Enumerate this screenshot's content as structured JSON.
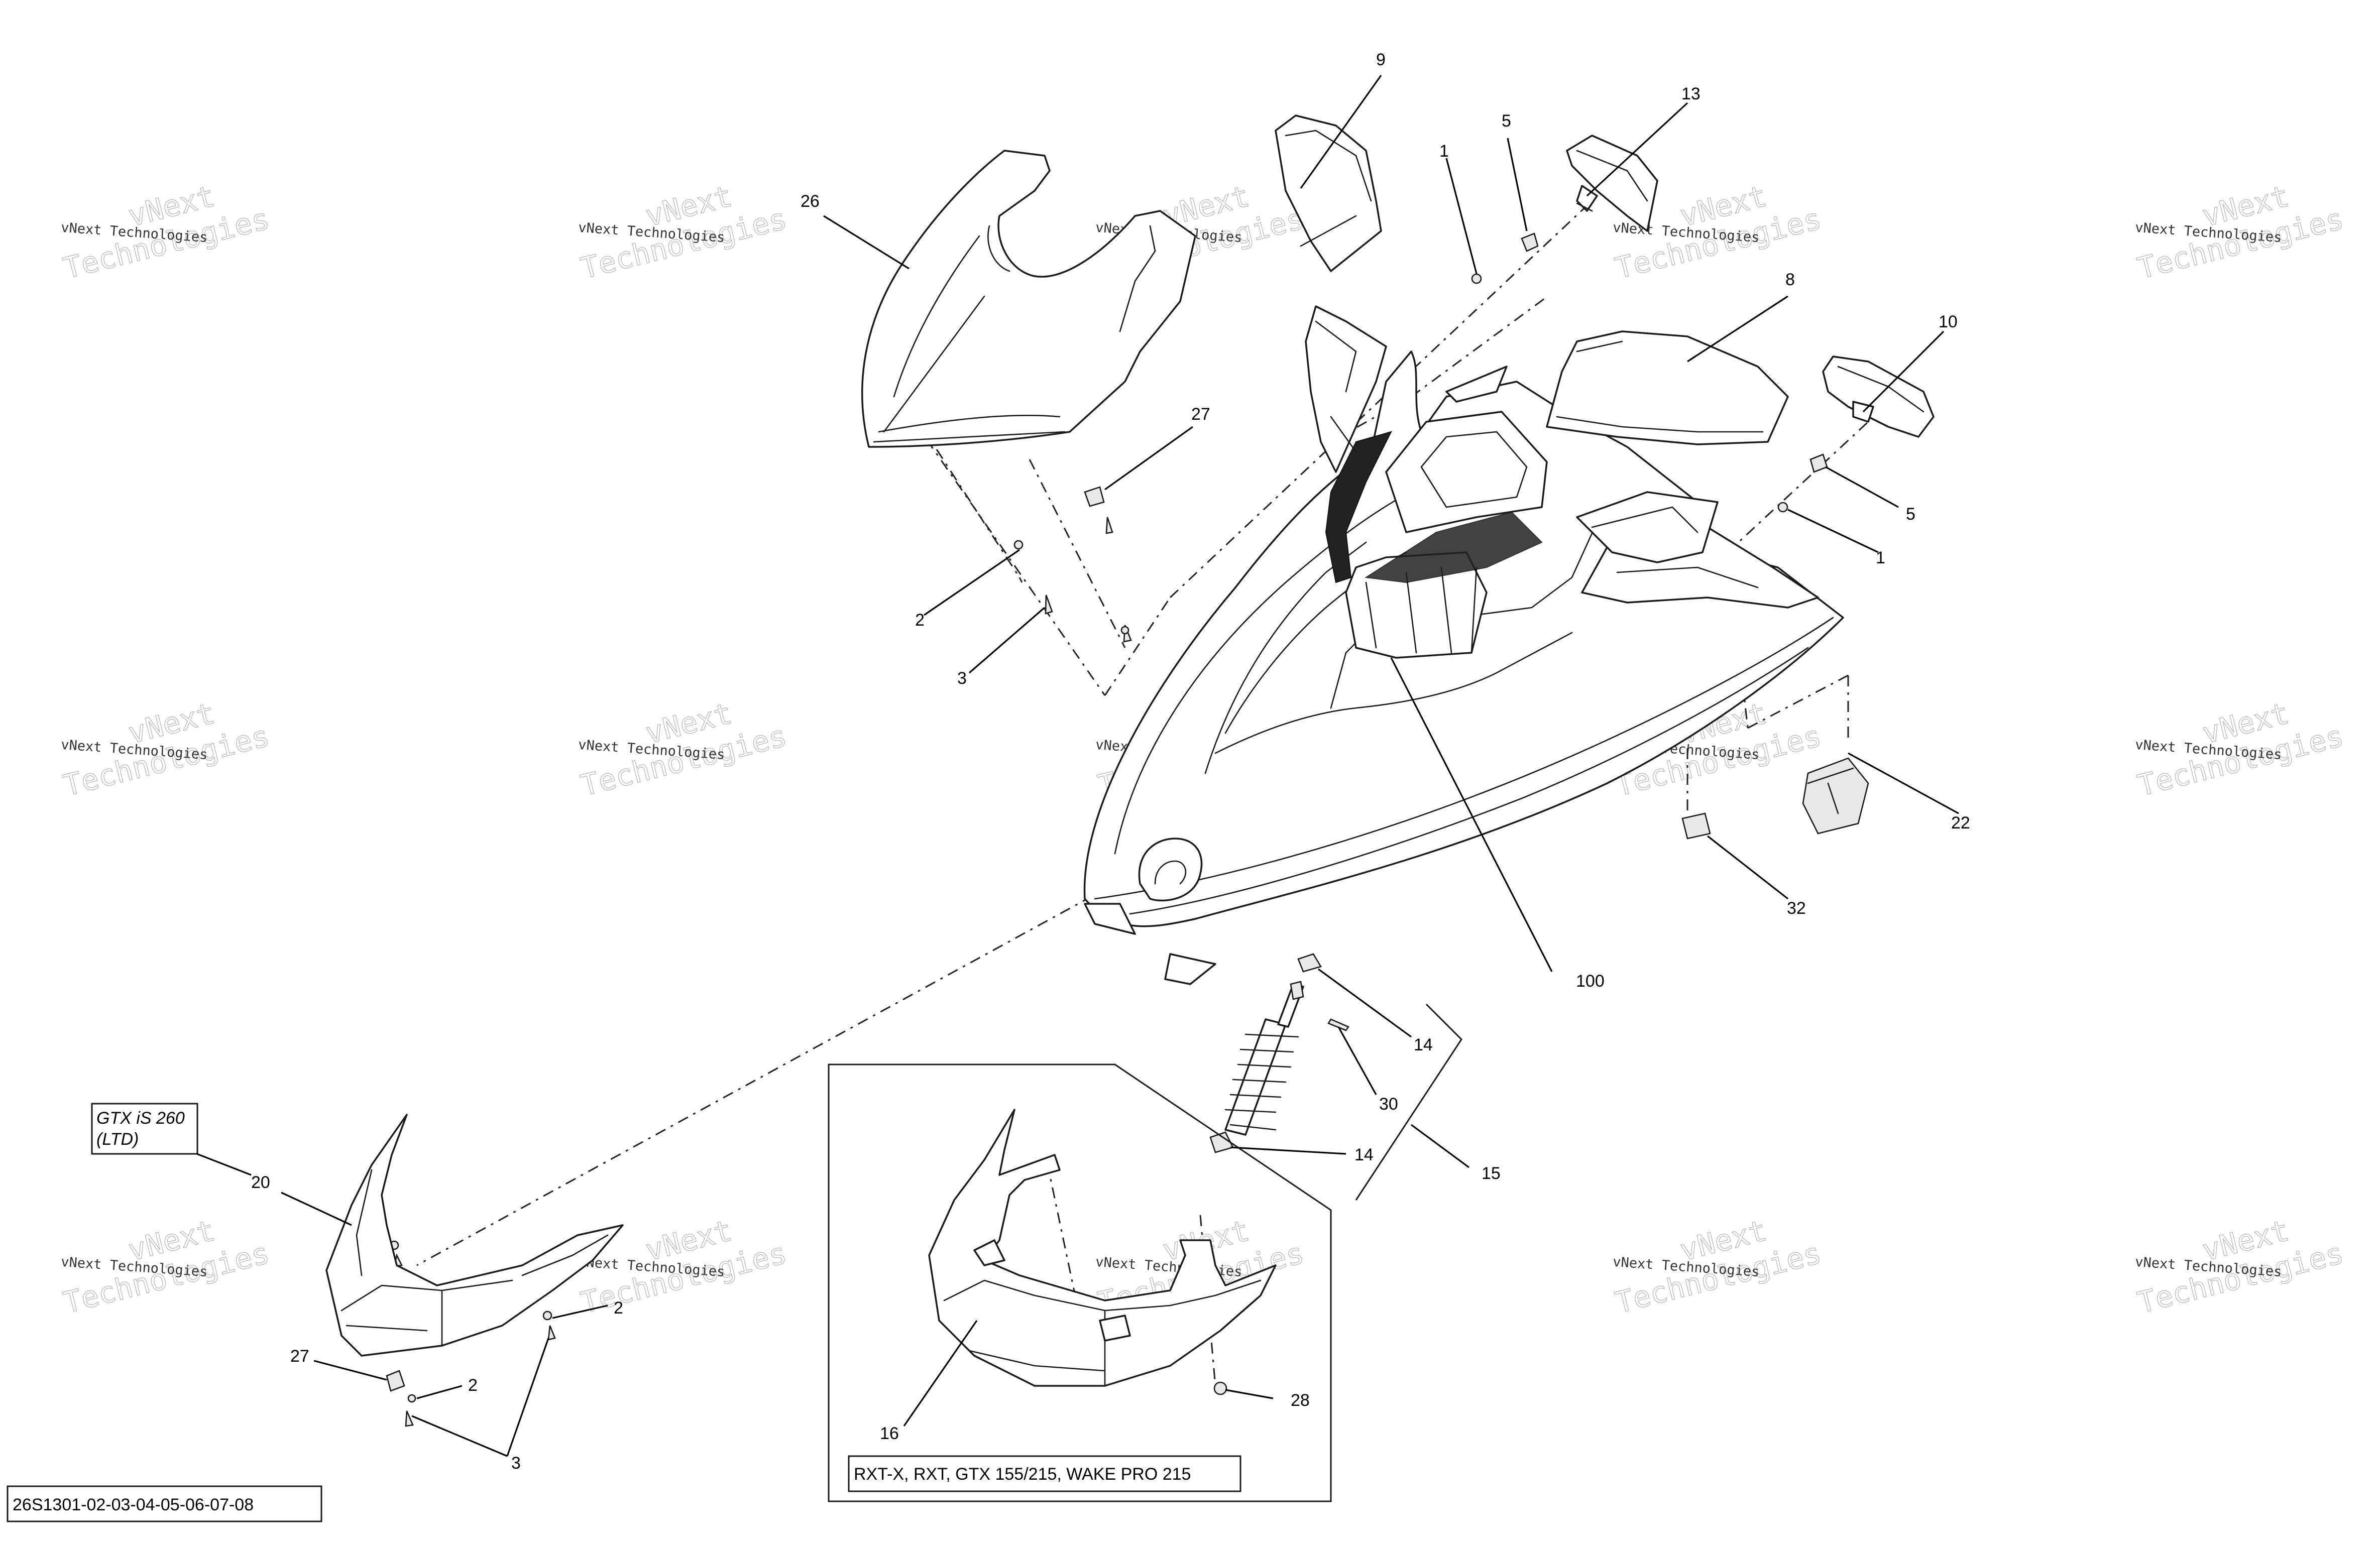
{
  "callouts": [
    {
      "id": "c9",
      "label": "9"
    },
    {
      "id": "c1a",
      "label": "1"
    },
    {
      "id": "c5a",
      "label": "5"
    },
    {
      "id": "c13",
      "label": "13"
    },
    {
      "id": "c26",
      "label": "26"
    },
    {
      "id": "c8",
      "label": "8"
    },
    {
      "id": "c10",
      "label": "10"
    },
    {
      "id": "c27a",
      "label": "27"
    },
    {
      "id": "c5b",
      "label": "5"
    },
    {
      "id": "c1b",
      "label": "1"
    },
    {
      "id": "c2a",
      "label": "2"
    },
    {
      "id": "c3a",
      "label": "3"
    },
    {
      "id": "c22",
      "label": "22"
    },
    {
      "id": "c32",
      "label": "32"
    },
    {
      "id": "c100",
      "label": "100"
    },
    {
      "id": "c14a",
      "label": "14"
    },
    {
      "id": "c30",
      "label": "30"
    },
    {
      "id": "c14b",
      "label": "14"
    },
    {
      "id": "c15",
      "label": "15"
    },
    {
      "id": "c20",
      "label": "20"
    },
    {
      "id": "c2b",
      "label": "2"
    },
    {
      "id": "c27b",
      "label": "27"
    },
    {
      "id": "c2c",
      "label": "2"
    },
    {
      "id": "c3b",
      "label": "3"
    },
    {
      "id": "c16",
      "label": "16"
    },
    {
      "id": "c28",
      "label": "28"
    }
  ],
  "model_box": {
    "line1": "GTX iS 260",
    "line2": "(LTD)"
  },
  "variant_box": {
    "label": "RXT-X, RXT, GTX 155/215, WAKE PRO 215"
  },
  "diagram_code": "26S1301-02-03-04-05-06-07-08",
  "watermark": {
    "line1": "vNext",
    "line2": "Technologies",
    "small": "vNext Technologies"
  },
  "colors": {
    "ink": "#1a1a1a",
    "watermark": "#b8b8b8",
    "background": "#ffffff"
  }
}
